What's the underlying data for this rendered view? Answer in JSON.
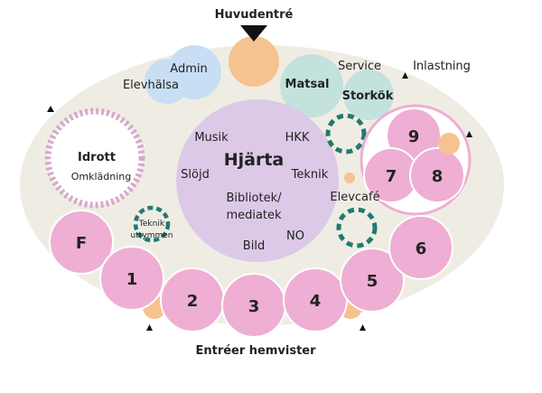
{
  "colors": {
    "background_oval": "#efede3",
    "heart": "#dcc9e8",
    "pink": "#efaed3",
    "pink_border": "#ffffff",
    "orange": "#f6c28f",
    "teal_light": "#c3e2dd",
    "blue_light": "#c8def5",
    "dash_teal": "#1f7a72",
    "dash_pink": "#d7a8cc",
    "arrow": "#111111",
    "text": "#222222"
  },
  "labels": {
    "main_entrance": "Huvudentré",
    "entrances_home": "Entréer hemvister",
    "admin": "Admin",
    "elevhalsa": "Elevhälsa",
    "matsal": "Matsal",
    "service": "Service",
    "inlastning": "Inlastning",
    "storkok": "Storkök",
    "idrott": "Idrott",
    "omkladning": "Omklädning",
    "hjarta": "Hjärta",
    "musik": "Musik",
    "hkk": "HKK",
    "slojd": "Slöjd",
    "teknik": "Teknik",
    "bibliotek": "Bibliotek/",
    "mediatek": "mediatek",
    "no": "NO",
    "bild": "Bild",
    "elevcafe": "Elevcafé",
    "teknik_small": "Teknik",
    "utrymmen": "utrymmen"
  },
  "home_areas": [
    "F",
    "1",
    "2",
    "3",
    "4",
    "5",
    "6",
    "7",
    "8",
    "9"
  ],
  "icons": [
    "main-entrance-arrow-icon",
    "entrance-marker-icon"
  ]
}
